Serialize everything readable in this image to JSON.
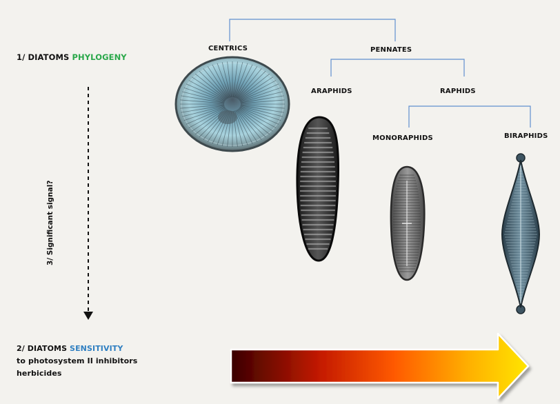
{
  "phylogeny_heading": {
    "prefix": "1/ DIATOMS ",
    "highlight": "PHYLOGENY",
    "highlight_color": "#2aa84a"
  },
  "sensitivity_heading": {
    "prefix": "2/ DIATOMS ",
    "highlight": "SENSITIVITY",
    "highlight_color": "#2f7fc1",
    "line2": "to photosystem II inhibitors",
    "line3": "herbicides"
  },
  "signal_label": "3/ Significant signal?",
  "tree": {
    "centrics": "CENTRICS",
    "pennates": "PENNATES",
    "araphids": "ARAPHIDS",
    "raphids": "RAPHIDS",
    "monoraphids": "MONORAPHIDS",
    "biraphids": "BIRAPHIDS",
    "line_color": "#5f8fcf"
  },
  "gradient_arrow": {
    "colors": [
      "#3a0000",
      "#c41a00",
      "#ff5a00",
      "#ffb000",
      "#ffe600"
    ]
  }
}
